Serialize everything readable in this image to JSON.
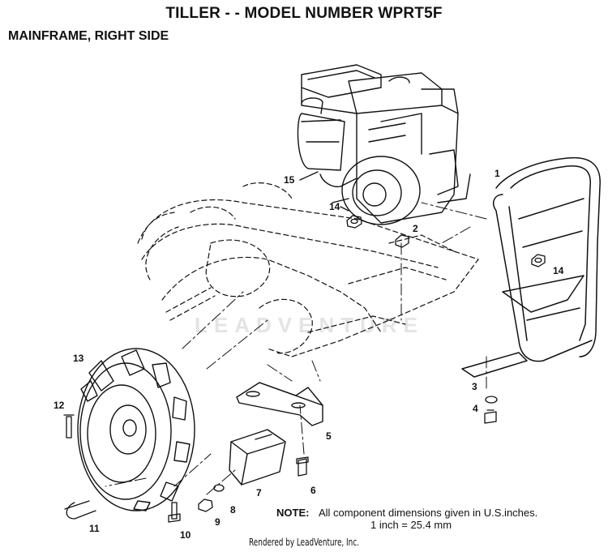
{
  "header": {
    "title": "TILLER - - MODEL NUMBER WPRT5F",
    "subtitle": "MAINFRAME, RIGHT SIDE"
  },
  "callouts": [
    {
      "label": "1"
    },
    {
      "label": "2"
    },
    {
      "label": "3"
    },
    {
      "label": "4"
    },
    {
      "label": "5"
    },
    {
      "label": "6"
    },
    {
      "label": "7"
    },
    {
      "label": "8"
    },
    {
      "label": "9"
    },
    {
      "label": "10"
    },
    {
      "label": "11"
    },
    {
      "label": "12"
    },
    {
      "label": "13"
    },
    {
      "label": "14"
    },
    {
      "label": "14"
    },
    {
      "label": "15"
    }
  ],
  "note": {
    "label": "NOTE:",
    "line1": "All component dimensions given in U.S.inches.",
    "line2": "1 inch = 25.4 mm"
  },
  "watermark": "LEADVENTURE",
  "footer": "Rendered by LeadVenture, Inc."
}
